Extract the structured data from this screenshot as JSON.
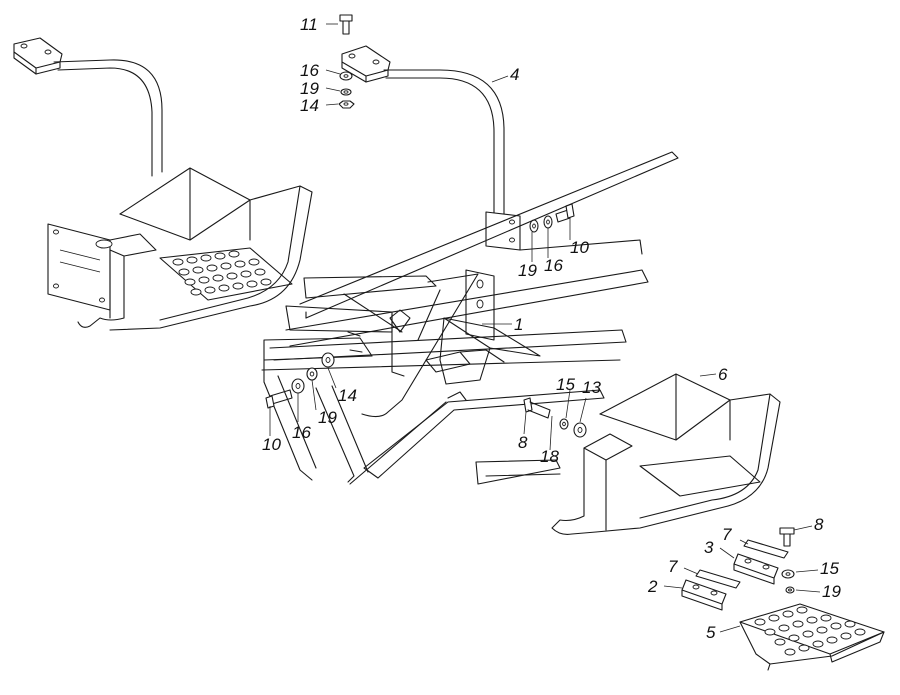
{
  "callouts": [
    {
      "id": "c1",
      "text": "11"
    },
    {
      "id": "c2",
      "text": "16"
    },
    {
      "id": "c3",
      "text": "19"
    },
    {
      "id": "c4",
      "text": "14"
    },
    {
      "id": "c5",
      "text": "4"
    },
    {
      "id": "c6",
      "text": "10"
    },
    {
      "id": "c7",
      "text": "19"
    },
    {
      "id": "c8",
      "text": "16"
    },
    {
      "id": "c9",
      "text": "1"
    },
    {
      "id": "c10",
      "text": "14"
    },
    {
      "id": "c11",
      "text": "19"
    },
    {
      "id": "c12",
      "text": "16"
    },
    {
      "id": "c13",
      "text": "10"
    },
    {
      "id": "c14",
      "text": "15"
    },
    {
      "id": "c15",
      "text": "13"
    },
    {
      "id": "c16",
      "text": "8"
    },
    {
      "id": "c17",
      "text": "18"
    },
    {
      "id": "c18",
      "text": "6"
    },
    {
      "id": "c19",
      "text": "7"
    },
    {
      "id": "c20",
      "text": "8"
    },
    {
      "id": "c21",
      "text": "3"
    },
    {
      "id": "c22",
      "text": "7"
    },
    {
      "id": "c23",
      "text": "15"
    },
    {
      "id": "c24",
      "text": "2"
    },
    {
      "id": "c25",
      "text": "19"
    },
    {
      "id": "c26",
      "text": "5"
    }
  ]
}
